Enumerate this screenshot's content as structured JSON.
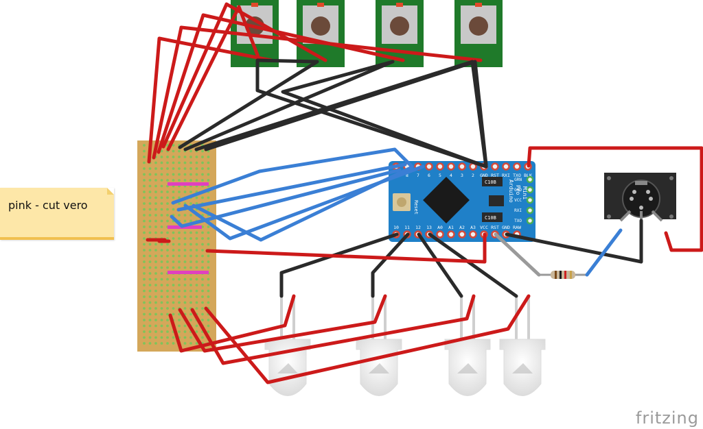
{
  "note": {
    "text": "pink - cut vero"
  },
  "brand": {
    "text": "fritzing"
  },
  "board": {
    "top_pins": [
      "9",
      "8",
      "7",
      "6",
      "5",
      "4",
      "3",
      "2",
      "GND",
      "RST",
      "RXI",
      "TXO",
      "BLK"
    ],
    "bottom_pins": [
      "10",
      "11",
      "12",
      "13",
      "A0",
      "A1",
      "A2",
      "A3",
      "VCC",
      "RST",
      "GND",
      "RAW"
    ],
    "right_pins": [
      "GRN",
      "GND",
      "VCC",
      "RXI",
      "TXO"
    ],
    "name_lines": [
      "Arduino",
      "Pro",
      "Mini"
    ],
    "reset_label": "Reset",
    "cap_label": "C10B"
  },
  "colors": {
    "wire_red": "#cc1a1a",
    "wire_black": "#2a2a2a",
    "wire_blue": "#3a7fd5",
    "board_blue": "#1f80c8",
    "pcb_green": "#1f7a2a",
    "stripboard": "#d4a75a",
    "cut_marker": "#e040c0"
  }
}
